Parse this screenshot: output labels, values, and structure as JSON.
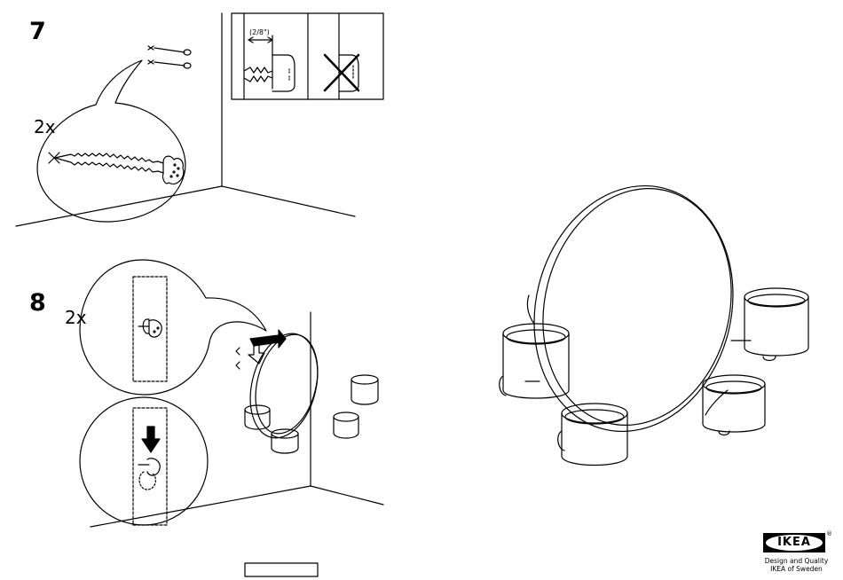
{
  "step7": {
    "number": "7",
    "quantity": "2x",
    "measure": "(2/8\")"
  },
  "step8": {
    "number": "8",
    "quantity": "2x"
  },
  "logo": {
    "brand": "IKEA",
    "registered": "®",
    "tagline_1": "Design and Quality",
    "tagline_2": "IKEA of Sweden"
  },
  "colors": {
    "ink": "#000000",
    "paper": "#ffffff"
  }
}
